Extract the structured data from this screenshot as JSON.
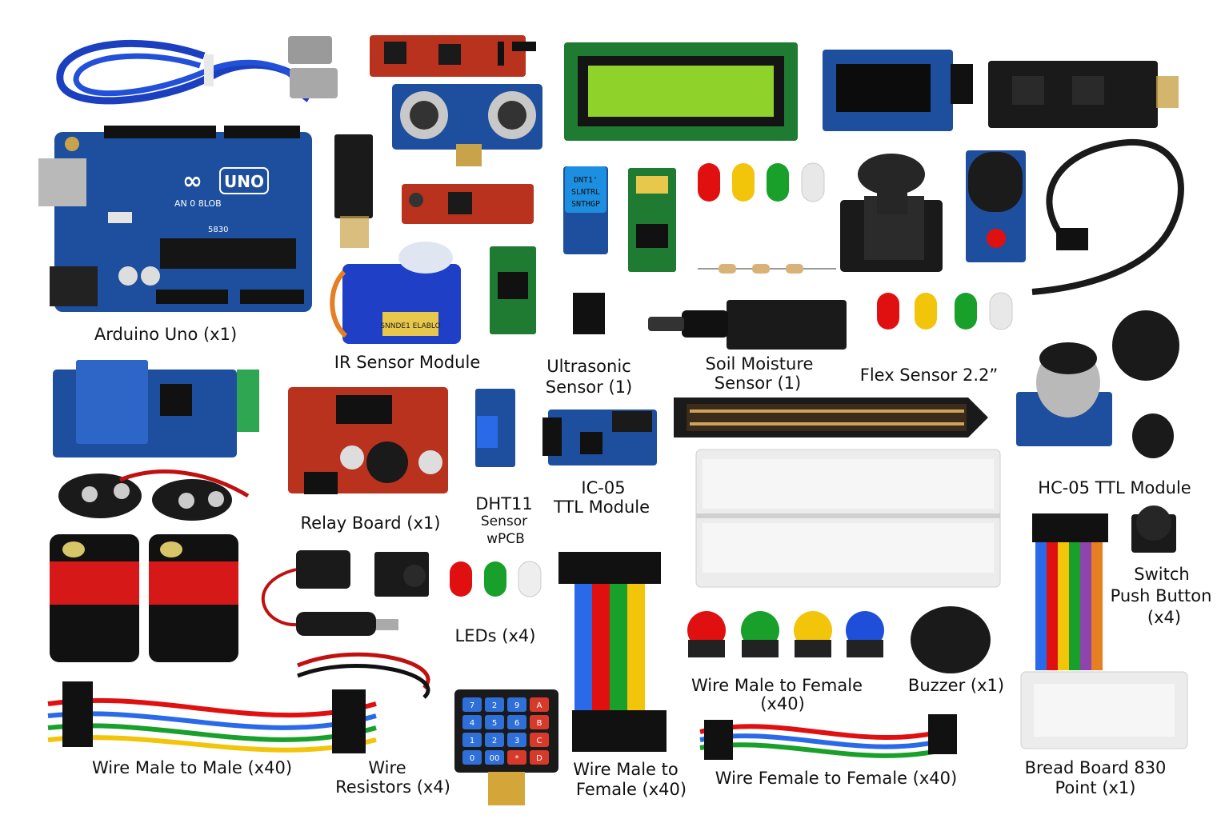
{
  "labels": {
    "arduino": "Arduino Uno  (x1)",
    "ir": "IR Sensor Module",
    "ultra1": "Ultrasonic",
    "ultra2": "Sensor (1)",
    "soil1": "Soil Moisture",
    "soil2": "Sensor (1)",
    "flex": "Flex Sensor 2.2”",
    "relay": "Relay Board (x1)",
    "dht1": "DHT11",
    "dht2": "Sensor",
    "dht3": "wPCB",
    "ic1": "IC-05",
    "ic2": "TTL Module",
    "hc05": "HC-05 TTL Module",
    "switch1": "Switch",
    "switch2": "Push Button",
    "switch3": "(x4)",
    "leds": "LEDs (x4)",
    "wmf1": "Wire Male to Female",
    "wmf2": "(x40)",
    "buzzer": "Buzzer (x1)",
    "wmm": "Wire Male to Male (x40)",
    "res1": "Wire",
    "res2": "Resistors (x4)",
    "wmf_b1": "Wire Male to",
    "wmf_b2": "Female (x40)",
    "wff": "Wire Female to Female (x40)",
    "bb1": "Bread Board 830",
    "bb2": "Point (x1)"
  },
  "board_texts": {
    "uno_logo": "UNO",
    "uno_sub": "AN 0 8LOB",
    "uno_code": "5830",
    "dht_a": "DNT1'",
    "dht_b": "SLNTRL",
    "dht_c": "SNTHGP",
    "servo": "SNNDE1 ELABLO"
  },
  "keypad_keys": [
    "7",
    "2",
    "9",
    "A",
    "4",
    "5",
    "6",
    "B",
    "1",
    "2",
    "3",
    "C",
    "0",
    "00",
    "*",
    "D"
  ],
  "colors": {
    "pcb_blue": "#1d4f9e",
    "pcb_red": "#b8321e",
    "pcb_green": "#1f7a32",
    "lcd_green": "#8fd22a",
    "led_red": "#e01010",
    "led_yellow": "#f2c40a",
    "led_green": "#18a02a",
    "led_white": "#e8e8e8"
  }
}
